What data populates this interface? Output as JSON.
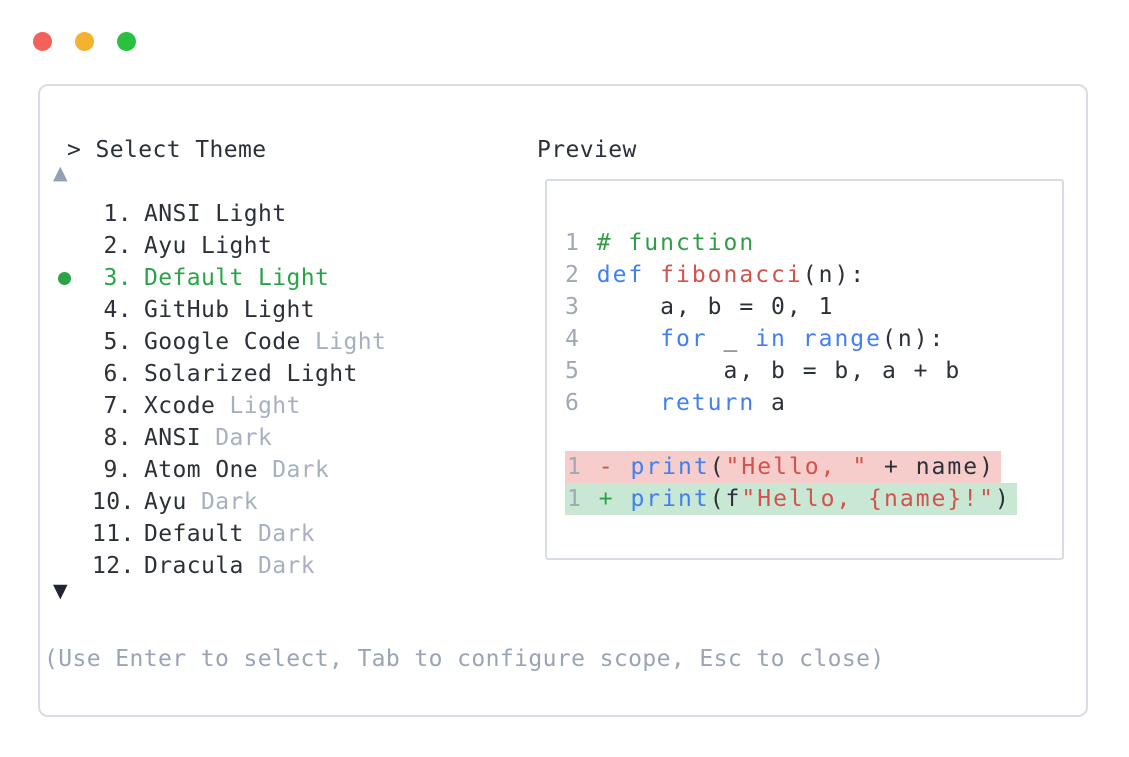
{
  "window": {
    "traffic_lights": [
      {
        "name": "close",
        "color": "#f4615a"
      },
      {
        "name": "minimize",
        "color": "#f3b32f"
      },
      {
        "name": "zoom",
        "color": "#2ac13f"
      }
    ]
  },
  "selector": {
    "prompt": "> Select Theme",
    "scroll_up": "▲",
    "scroll_down": "▼",
    "selected_index": 2,
    "items": [
      {
        "num": "1.",
        "selected": false,
        "segments": [
          {
            "text": "ANSI Light",
            "muted": false
          }
        ]
      },
      {
        "num": "2.",
        "selected": false,
        "segments": [
          {
            "text": "Ayu Light",
            "muted": false
          }
        ]
      },
      {
        "num": "3.",
        "selected": true,
        "segments": [
          {
            "text": "Default Light",
            "muted": false
          }
        ]
      },
      {
        "num": "4.",
        "selected": false,
        "segments": [
          {
            "text": "GitHub Light",
            "muted": false
          }
        ]
      },
      {
        "num": "5.",
        "selected": false,
        "segments": [
          {
            "text": "Google Code ",
            "muted": false
          },
          {
            "text": "Light",
            "muted": true
          }
        ]
      },
      {
        "num": "6.",
        "selected": false,
        "segments": [
          {
            "text": "Solarized Light",
            "muted": false
          }
        ]
      },
      {
        "num": "7.",
        "selected": false,
        "segments": [
          {
            "text": "Xcode ",
            "muted": false
          },
          {
            "text": "Light",
            "muted": true
          }
        ]
      },
      {
        "num": "8.",
        "selected": false,
        "segments": [
          {
            "text": "ANSI ",
            "muted": false
          },
          {
            "text": "Dark",
            "muted": true
          }
        ]
      },
      {
        "num": "9.",
        "selected": false,
        "segments": [
          {
            "text": "Atom One ",
            "muted": false
          },
          {
            "text": "Dark",
            "muted": true
          }
        ]
      },
      {
        "num": "10.",
        "selected": false,
        "segments": [
          {
            "text": "Ayu ",
            "muted": false
          },
          {
            "text": "Dark",
            "muted": true
          }
        ]
      },
      {
        "num": "11.",
        "selected": false,
        "segments": [
          {
            "text": "Default ",
            "muted": false
          },
          {
            "text": "Dark",
            "muted": true
          }
        ]
      },
      {
        "num": "12.",
        "selected": false,
        "segments": [
          {
            "text": "Dracula ",
            "muted": false
          },
          {
            "text": "Dark",
            "muted": true
          }
        ]
      }
    ],
    "footer_hint": "(Use Enter to select, Tab to configure scope, Esc to close)"
  },
  "preview": {
    "label": "Preview",
    "code_lines": [
      {
        "num": "1",
        "tokens": [
          {
            "t": "com",
            "s": "# function"
          }
        ]
      },
      {
        "num": "2",
        "tokens": [
          {
            "t": "kw",
            "s": "def"
          },
          {
            "t": "plain",
            "s": " "
          },
          {
            "t": "fn",
            "s": "fibonacci"
          },
          {
            "t": "plain",
            "s": "(n):"
          }
        ]
      },
      {
        "num": "3",
        "tokens": [
          {
            "t": "plain",
            "s": "    a, b = 0, 1"
          }
        ]
      },
      {
        "num": "4",
        "tokens": [
          {
            "t": "plain",
            "s": "    "
          },
          {
            "t": "kw",
            "s": "for"
          },
          {
            "t": "plain",
            "s": " _ "
          },
          {
            "t": "kw",
            "s": "in"
          },
          {
            "t": "plain",
            "s": " "
          },
          {
            "t": "kw",
            "s": "range"
          },
          {
            "t": "plain",
            "s": "(n):"
          }
        ]
      },
      {
        "num": "5",
        "tokens": [
          {
            "t": "plain",
            "s": "        a, b = b, a + b"
          }
        ]
      },
      {
        "num": "6",
        "tokens": [
          {
            "t": "plain",
            "s": "    "
          },
          {
            "t": "kw",
            "s": "return"
          },
          {
            "t": "plain",
            "s": " a"
          }
        ]
      }
    ],
    "diff_lines": [
      {
        "num": "1",
        "sign": "-",
        "kind": "removed",
        "tokens": [
          {
            "t": "kw",
            "s": "print"
          },
          {
            "t": "plain",
            "s": "("
          },
          {
            "t": "str",
            "s": "\"Hello, \""
          },
          {
            "t": "plain",
            "s": " + name)"
          }
        ]
      },
      {
        "num": "1",
        "sign": "+",
        "kind": "added",
        "tokens": [
          {
            "t": "kw",
            "s": "print"
          },
          {
            "t": "plain",
            "s": "(f"
          },
          {
            "t": "str",
            "s": "\"Hello, {name}!\""
          },
          {
            "t": "plain",
            "s": ")"
          }
        ]
      }
    ]
  },
  "colors": {
    "accent_green": "#2aa348",
    "keyword_blue": "#4080ef",
    "literal_red": "#d2524e",
    "comment_green": "#2f9e44",
    "muted_gray": "#a6b0c0",
    "line_number_gray": "#a0a8b5",
    "removed_bg": "#f7cdcb",
    "added_bg": "#c9e8d3",
    "border_gray": "#d8dce4",
    "text_dark": "#2b303a"
  }
}
